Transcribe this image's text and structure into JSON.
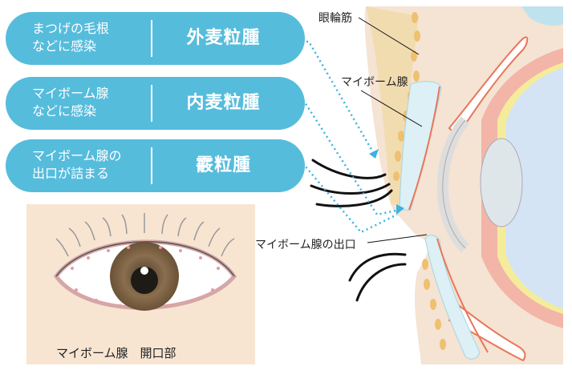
{
  "types": [
    {
      "cause": "まつげの毛根\nなどに感染",
      "name": "外麦粒腫"
    },
    {
      "cause": "マイボーム腺\nなどに感染",
      "name": "内麦粒腫"
    },
    {
      "cause": "マイボーム腺の\n出口が詰まる",
      "name": "霰粒腫"
    }
  ],
  "labels": {
    "orbicularis": "眼輪筋",
    "meibomian": "マイボーム腺",
    "meibomian_exit": "マイボーム腺の出口",
    "opening": "マイボーム腺　開口部"
  },
  "colors": {
    "pill": "#56bcdc",
    "arrow": "#3bb3e0",
    "skin": "#f5e3d3",
    "muscle": "#eec070"
  }
}
